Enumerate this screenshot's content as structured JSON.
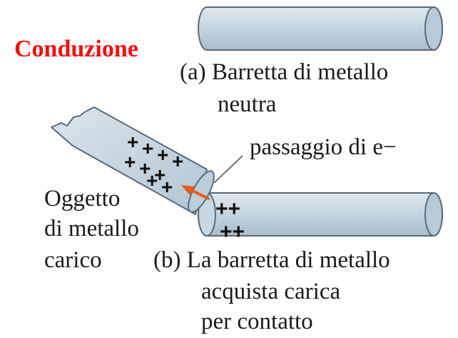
{
  "title": "Conduzione",
  "caption_a": [
    "(a) Barretta di metallo",
    "neutra"
  ],
  "electron_flow_label": "passaggio di e−",
  "charged_object_label": [
    "Oggetto",
    "di metallo",
    "carico"
  ],
  "caption_b": [
    "(b) La barretta di metallo",
    "acquista carica",
    "per contatto"
  ],
  "rod_charges": "++",
  "object_charges": "+",
  "colors": {
    "title": "#ee1111",
    "rod_fill": "#c4d4e0",
    "rod_outline": "#5a6a78",
    "arrow": "#e85a1a"
  }
}
